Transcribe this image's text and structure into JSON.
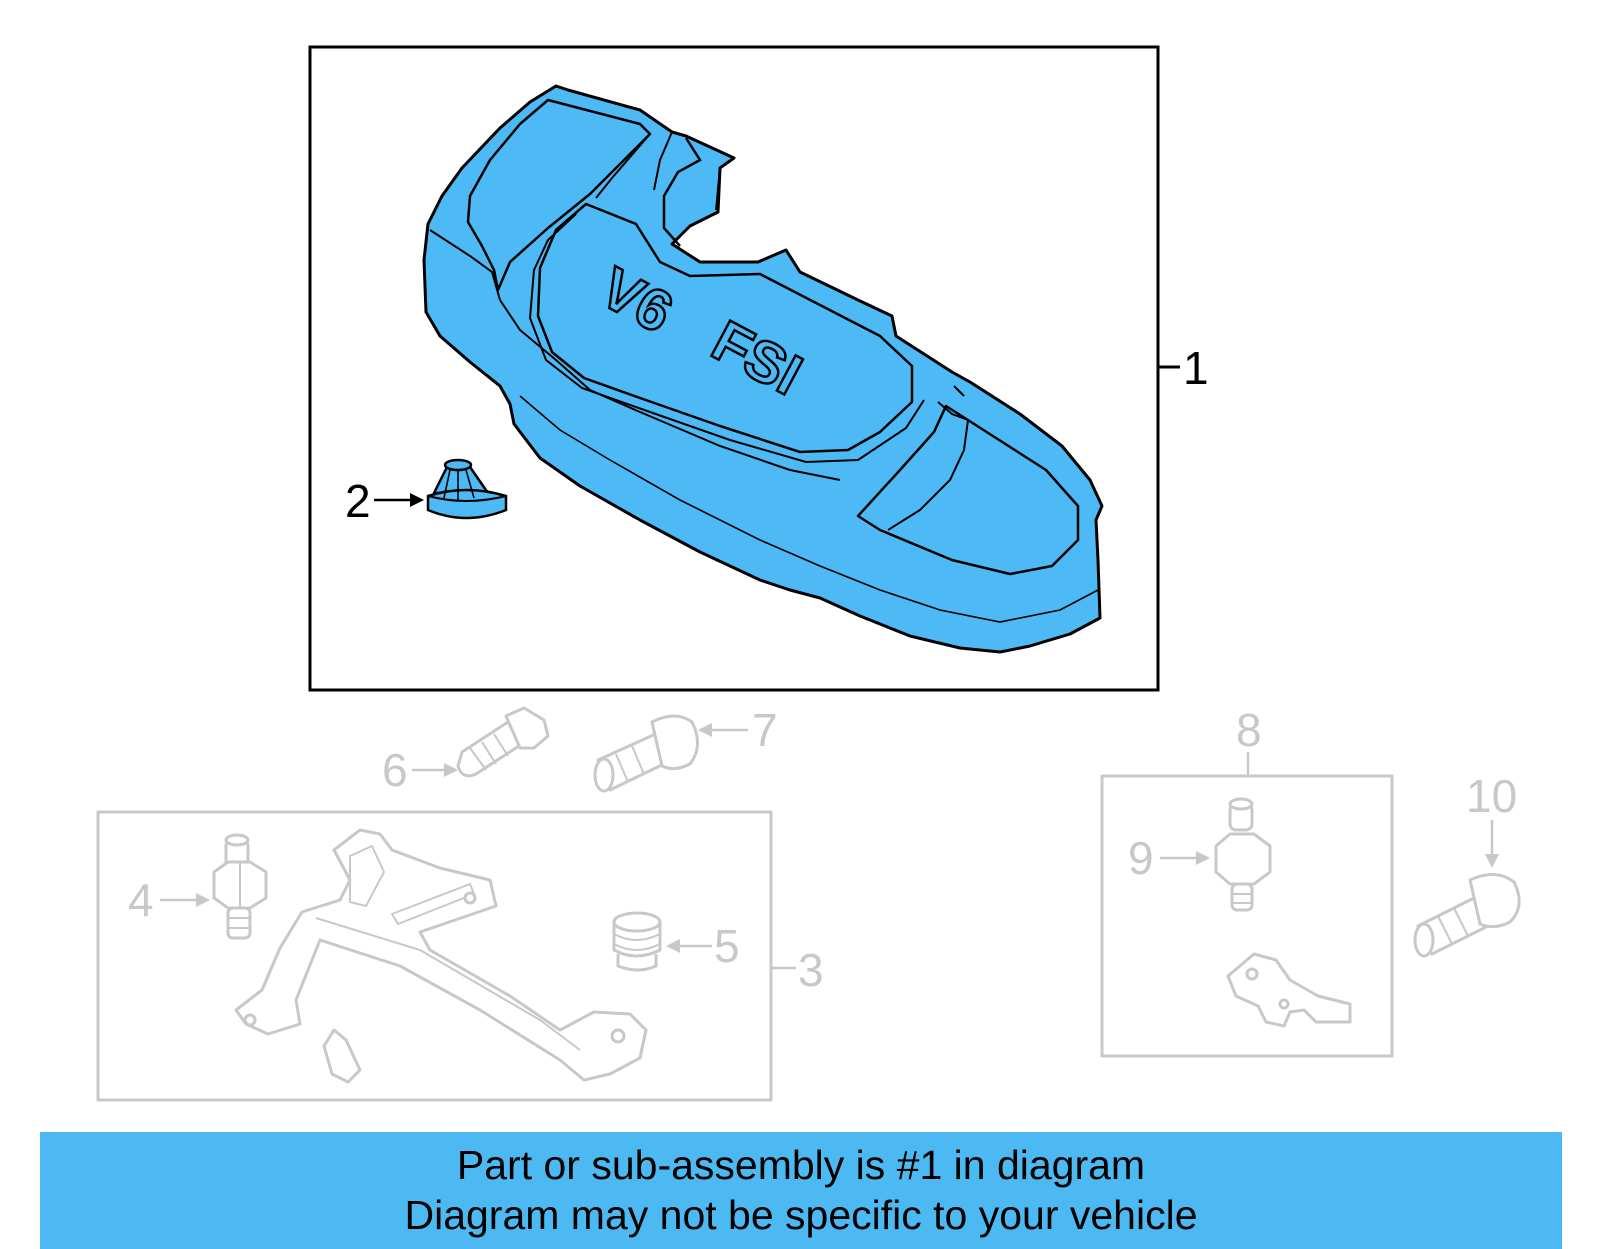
{
  "diagram": {
    "callouts": {
      "part_1": "1",
      "part_2": "2",
      "part_3": "3",
      "part_4": "4",
      "part_5": "5",
      "part_6": "6",
      "part_7": "7",
      "part_8": "8",
      "part_9": "9",
      "part_10": "10"
    },
    "cover_emboss": {
      "line_1": "V6",
      "line_2": "FSI"
    },
    "colors": {
      "highlight": "#4dbaf6",
      "banner": "#4db9f2",
      "inactive": "#c8c8c8",
      "outline": "#000000"
    }
  },
  "banner": {
    "line_1": "Part or sub-assembly is #1 in diagram",
    "line_2": "Diagram may not be specific to your vehicle"
  }
}
